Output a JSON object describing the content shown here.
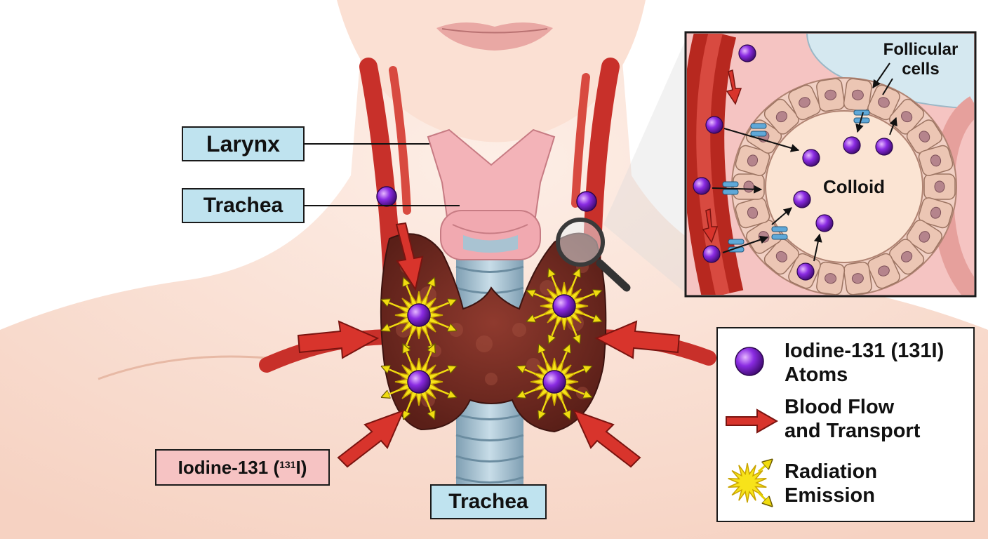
{
  "labels": {
    "larynx": "Larynx",
    "trachea_upper": "Trachea",
    "trachea_lower": "Trachea",
    "iodine_prefix": "Iodine-131 (",
    "iodine_mass": "131",
    "iodine_suffix": "I)"
  },
  "inset": {
    "follicular_line1": "Follicular",
    "follicular_line2": "cells",
    "colloid": "Colloid"
  },
  "legend": {
    "atoms_line1": "Iodine-131 (131I)",
    "atoms_line2": "Atoms",
    "flow_line1": "Blood Flow",
    "flow_line2": "and Transport",
    "radiation_line1": "Radiation",
    "radiation_line2": "Emission"
  },
  "colors": {
    "atom": "#7b1fc4",
    "blood_vessel": "#c8302a",
    "flow_arrow": "#d8342c",
    "thyroid": "#7a2e24",
    "trachea": "#a9c3d2",
    "larynx": "#f3b3b8",
    "radiation": "#f7e31a",
    "label_blue": "#bfe3ef",
    "label_pink": "#f6c3c3",
    "skin": "#fbe4d8"
  }
}
